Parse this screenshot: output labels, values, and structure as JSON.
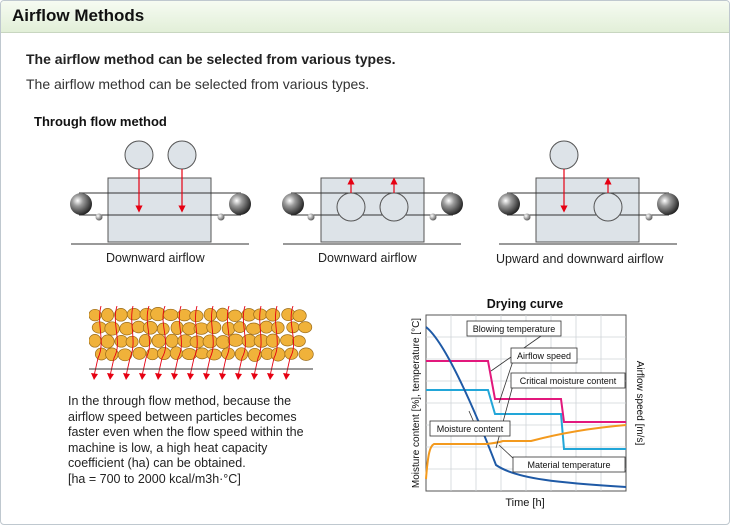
{
  "header": {
    "title": "Airflow Methods"
  },
  "intro": {
    "bold_text": "The airflow method can be selected from various types.",
    "plain_text": "The airflow method can be selected from various types."
  },
  "through_flow": {
    "title": "Through flow method",
    "captions": [
      "Downward airflow",
      "Downward airflow",
      "Upward and downward airflow"
    ]
  },
  "description": {
    "lines": [
      "In the through flow method, because the",
      "airflow speed between particles becomes",
      "faster even when the flow speed within the",
      "machine is low, a high heat capacity",
      "coefficient (ha) can be obtained.",
      "[ha = 700 to 2000 kcal/m3h·°C]"
    ]
  },
  "drying_curve": {
    "title": "Drying curve",
    "xlabel": "Time [h]",
    "ylabel_left": "Moisture content [%], temperature [°C]",
    "ylabel_right": "Airflow speed [m/s]",
    "labels": {
      "blowing": "Blowing temperature",
      "airflow": "Airflow speed",
      "critical": "Critical moisture content",
      "moisture": "Moisture content",
      "material": "Material temperature"
    }
  },
  "colors": {
    "blowing_temperature": "#e2187c",
    "airflow_speed": "#22a6d8",
    "moisture_content": "#1f5aa6",
    "material_temperature": "#f39a1e",
    "arrow": "#e60012"
  }
}
